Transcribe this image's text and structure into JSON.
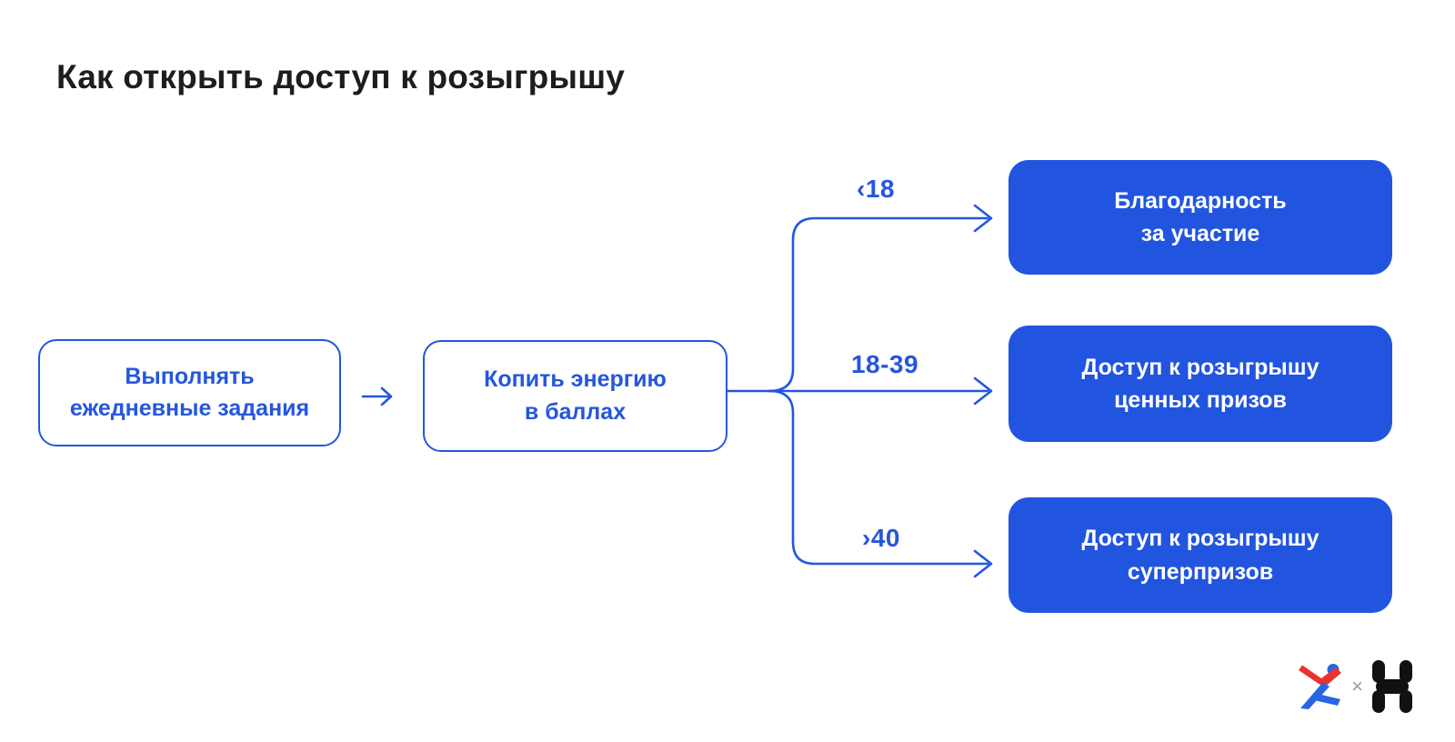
{
  "title": "Как открыть доступ к розыгрышу",
  "colors": {
    "accent_line": "#2357E0",
    "accent_text": "#2456DF",
    "result_box_fill": "#2155E0",
    "result_box_text": "#FFFFFF",
    "title_text": "#1D1D1F",
    "logo_red": "#E8342B",
    "logo_blue": "#2765E3",
    "logo_x_gray": "#9B9B9B",
    "logo_h_black": "#111111"
  },
  "flow": {
    "step1": {
      "line1": "Выполнять",
      "line2": "ежедневные задания"
    },
    "step2": {
      "line1": "Копить энергию",
      "line2": "в баллах"
    },
    "branches": [
      {
        "condition": "‹18",
        "result_line1": "Благодарность",
        "result_line2": "за участие"
      },
      {
        "condition": "18-39",
        "result_line1": "Доступ к розыгрышу",
        "result_line2": "ценных призов"
      },
      {
        "condition": "›40",
        "result_line1": "Доступ к розыгрышу",
        "result_line2": "суперпризов"
      }
    ]
  },
  "footer": {
    "separator": "×"
  }
}
